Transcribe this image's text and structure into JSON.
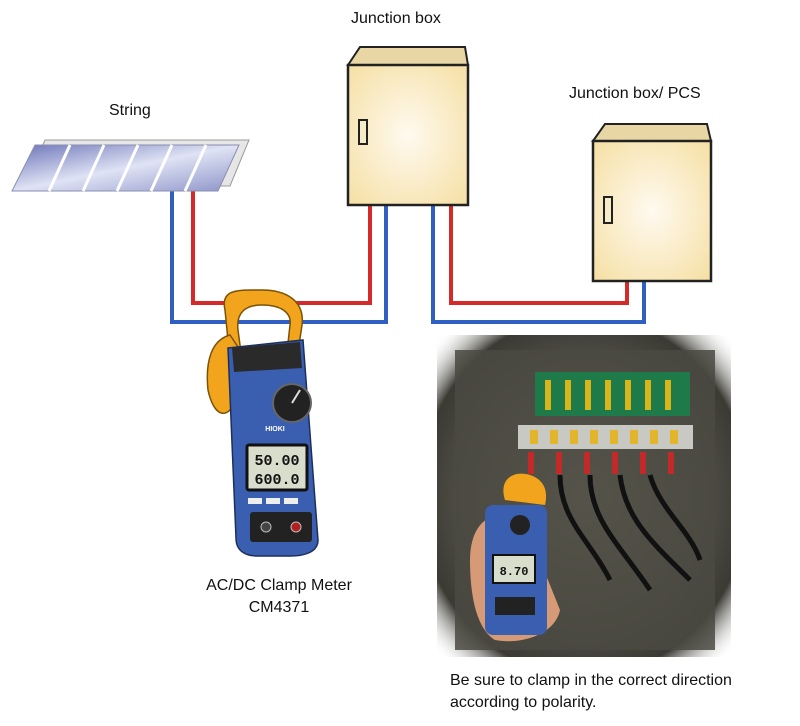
{
  "labels": {
    "string": "String",
    "junction_box": "Junction box",
    "junction_box_pcs": "Junction box/ PCS"
  },
  "meter": {
    "name_line1": "AC/DC Clamp Meter",
    "name_line2": "CM4371",
    "brand": "HIOKI",
    "display_line1": "50.00",
    "display_line2": "600.0",
    "photo_display": "8.70"
  },
  "note": {
    "line1": "Be sure to clamp in the correct direction",
    "line2": "according to polarity."
  },
  "colors": {
    "positive_wire": "#d42a2a",
    "negative_wire": "#2f5fbf",
    "box_fill": "#fbf1cf",
    "meter_body": "#3a5fb0",
    "clamp": "#f2a51c"
  }
}
